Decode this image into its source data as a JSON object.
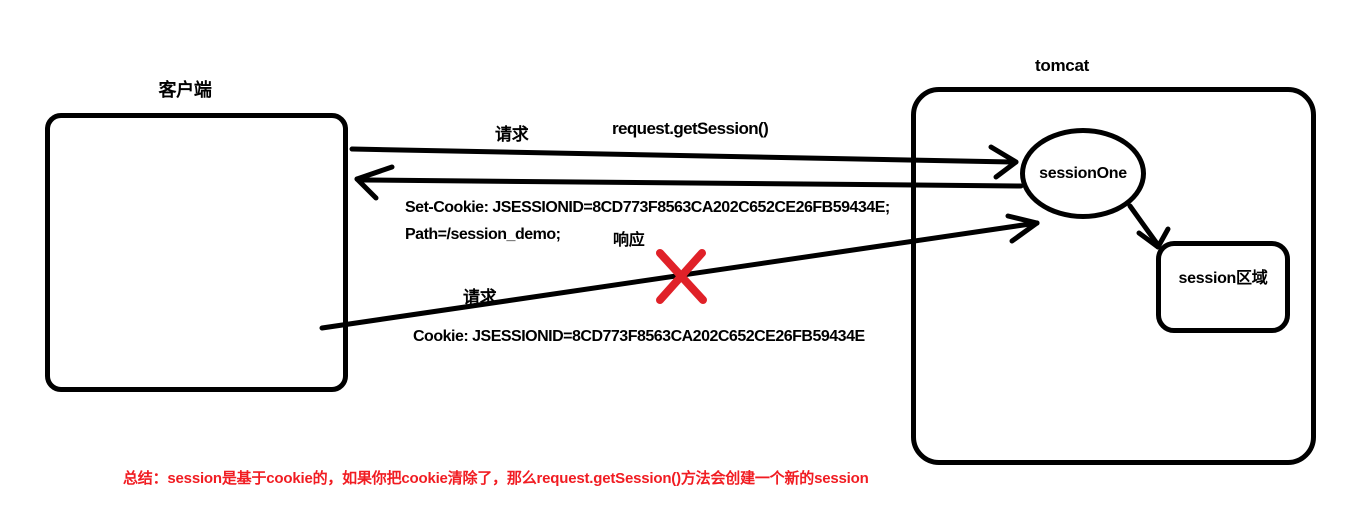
{
  "diagram": {
    "title_note": "session / cookie flow diagram",
    "client": {
      "label": "客户端"
    },
    "tomcat": {
      "label": "tomcat"
    },
    "session_one": {
      "label": "sessionOne"
    },
    "session_area": {
      "label": "session区域"
    },
    "flows": {
      "request1": "请求",
      "get_session": "request.getSession()",
      "set_cookie_line1": "Set-Cookie: JSESSIONID=8CD773F8563CA202C652CE26FB59434E;",
      "set_cookie_line2": "Path=/session_demo;",
      "response": "响应",
      "request2": "请求",
      "cookie_line": "Cookie: JSESSIONID=8CD773F8563CA202C652CE26FB59434E"
    },
    "summary": "总结：session是基于cookie的，如果你把cookie清除了，那么request.getSession()方法会创建一个新的session",
    "colors": {
      "stroke": "#000000",
      "error_x": "#e02128",
      "summary_text": "#f11c22",
      "background": "#ffffff"
    }
  }
}
